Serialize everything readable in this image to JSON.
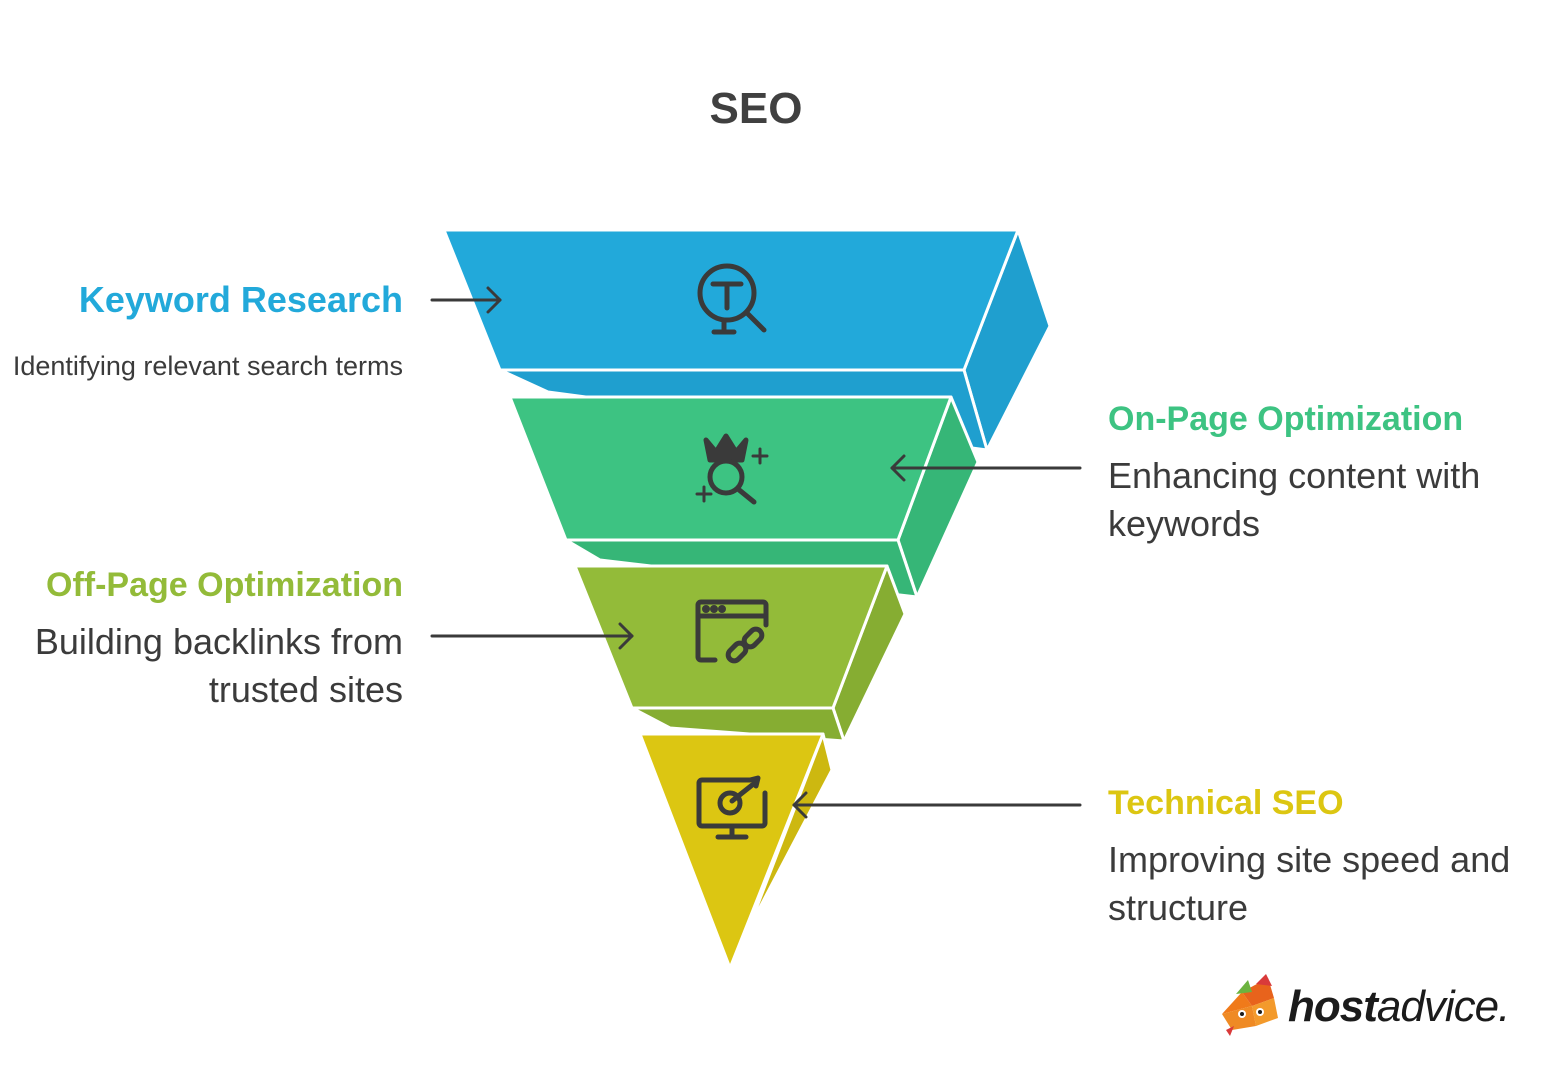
{
  "title": "SEO",
  "stages": [
    {
      "key": "keyword",
      "heading": "Keyword Research",
      "description": "Identifying relevant search terms",
      "color": "#22a9da",
      "icon": "search-t-icon"
    },
    {
      "key": "onpage",
      "heading": "On-Page Optimization",
      "description": "Enhancing content with keywords",
      "color": "#3dc382",
      "icon": "crown-search-icon"
    },
    {
      "key": "offpage",
      "heading": "Off-Page Optimization",
      "description": "Building backlinks from trusted sites",
      "color": "#93bb39",
      "icon": "browser-link-icon"
    },
    {
      "key": "technical",
      "heading": "Technical SEO",
      "description": "Improving site speed and structure",
      "color": "#dcc612",
      "icon": "monitor-target-icon"
    }
  ],
  "logo": {
    "bold": "host",
    "regular": "advice."
  }
}
